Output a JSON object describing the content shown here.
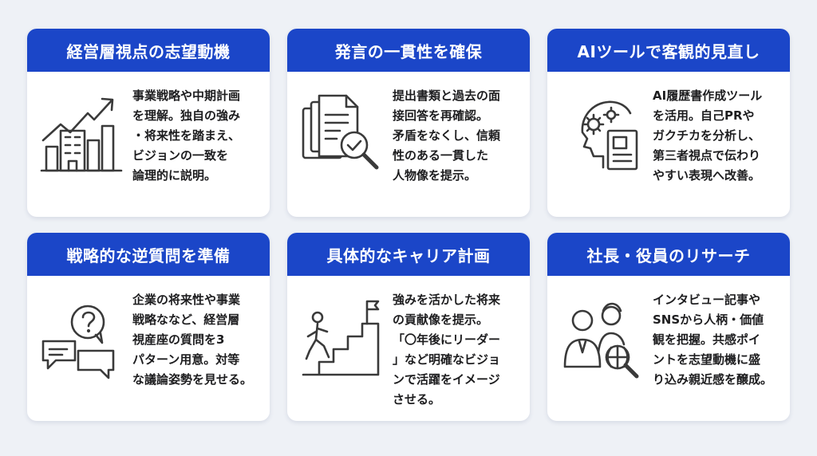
{
  "colors": {
    "accent": "#1b46c8",
    "background": "#eef1f6",
    "icon": "#3a3a3a"
  },
  "cards": [
    {
      "title": "経営層視点の志望動機",
      "icon": "growth-chart-buildings-icon",
      "text": "事業戦略や中期計画\nを理解。独自の強み\n・将来性を踏まえ、\nビジョンの一致を\n論理的に説明。"
    },
    {
      "title": "発言の一貫性を確保",
      "icon": "documents-magnifier-check-icon",
      "text": "提出書類と過去の面\n接回答を再確認。\n矛盾をなくし、信頼\n性のある一貫した\n人物像を提示。"
    },
    {
      "title": "AIツールで客観的見直し",
      "icon": "ai-head-gears-document-icon",
      "text": "AI履歴書作成ツール\nを活用。自己PRや\nガクチカを分析し、\n第三者視点で伝わり\nやすい表現へ改善。"
    },
    {
      "title": "戦略的な逆質問を準備",
      "icon": "speech-bubbles-question-icon",
      "text": "企業の将来性や事業\n戦略ななど、経営層\n視産座の質問を3\nパターン用意。対等\nな議論姿勢を見せる。"
    },
    {
      "title": "具体的なキャリア計画",
      "icon": "person-climbing-stairs-flag-icon",
      "text": "強みを活かした将来\nの貢献像を提示。\n「〇年後にリーダー\n」など明確なビジョ\nンで活躍をイメージ\nさせる。"
    },
    {
      "title": "社長・役員のリサーチ",
      "icon": "executives-globe-search-icon",
      "text": "インタビュー記事や\nSNSから人柄・価値\n観を把握。共感ポイ\nントを志望動機に盛\nり込み親近感を醸成。"
    }
  ]
}
